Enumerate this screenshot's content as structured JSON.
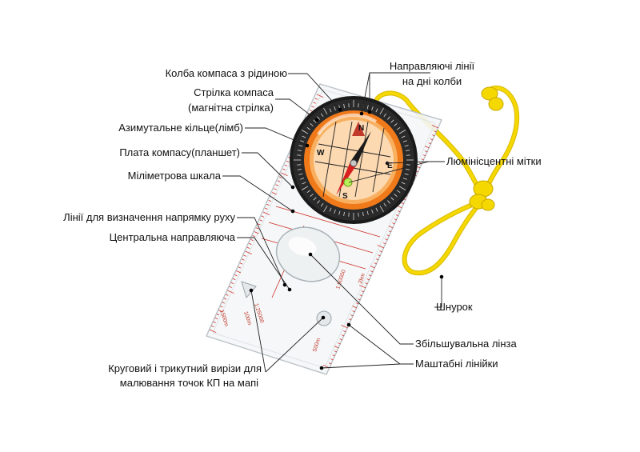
{
  "labels": {
    "flask": "Колба компаса з рідиною",
    "needle_l1": "Стрілка компаса",
    "needle_l2": "(магнітна стрілка)",
    "bezel": "Азимутальне кільце(лімб)",
    "baseplate": "Плата компасу(планшет)",
    "mm_scale": "Міліметрова шкала",
    "direction_lines": "Лінії для визначення напрямку руху",
    "center_line": "Центральна направляюча",
    "cutouts_l1": "Круговий і трикутний вирізи для",
    "cutouts_l2": "малювання точок КП на мапі",
    "orient_l1": "Направляючі лінії",
    "orient_l2": "на дні колби",
    "luminous": "Люмінісцентні мітки",
    "cord": "Шнурок",
    "lens": "Збільшувальна лінза",
    "rulers": "Маштабні лінійки"
  },
  "device_print": {
    "scale_1": "1:25000",
    "scale_2": "1:50000",
    "dist_1": "100m",
    "dist_2": "500m",
    "dist_3": "2km",
    "dist_4": "1500m",
    "north": "N",
    "south": "S",
    "east": "E",
    "west": "W"
  },
  "colors": {
    "bezel_orange": "#f07a1a",
    "cord_yellow": "#f4d800",
    "ruler_red": "#d0302a",
    "housing_black": "#1a1a1a"
  }
}
